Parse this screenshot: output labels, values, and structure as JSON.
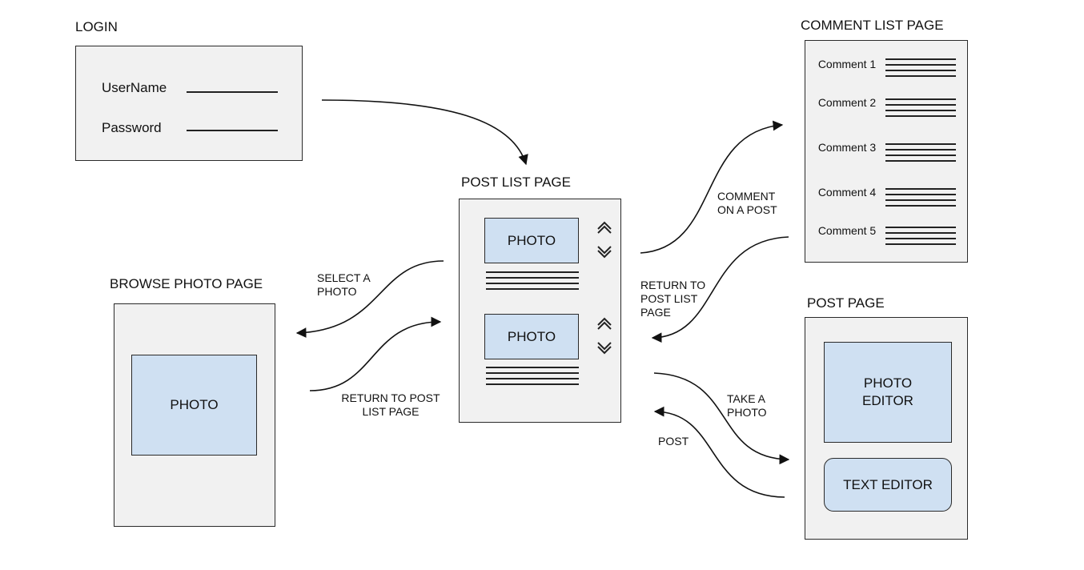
{
  "login": {
    "title": "LOGIN",
    "username_label": "UserName",
    "password_label": "Password"
  },
  "post_list": {
    "title": "POST LIST PAGE",
    "photo1": "PHOTO",
    "photo2": "PHOTO"
  },
  "comment_list": {
    "title": "COMMENT LIST PAGE",
    "comments": [
      "Comment 1",
      "Comment 2",
      "Comment 3",
      "Comment 4",
      "Comment 5"
    ]
  },
  "browse": {
    "title": "BROWSE PHOTO PAGE",
    "photo": "PHOTO"
  },
  "post_page": {
    "title": "POST PAGE",
    "photo_editor": "PHOTO EDITOR",
    "text_editor": "TEXT EDITOR"
  },
  "edges": {
    "select_photo": "SELECT  A PHOTO",
    "return_post_list_left": "RETURN TO POST LIST PAGE",
    "comment_on_post": "COMMENT ON A POST",
    "return_post_list_right": "RETURN TO POST LIST PAGE",
    "take_photo": "TAKE A PHOTO",
    "post": "POST"
  },
  "colors": {
    "frame_fill": "#f1f1f1",
    "photo_fill": "#cfe0f2",
    "stroke": "#222222"
  },
  "icons": [
    "chevron-up-icon",
    "chevron-down-icon"
  ]
}
